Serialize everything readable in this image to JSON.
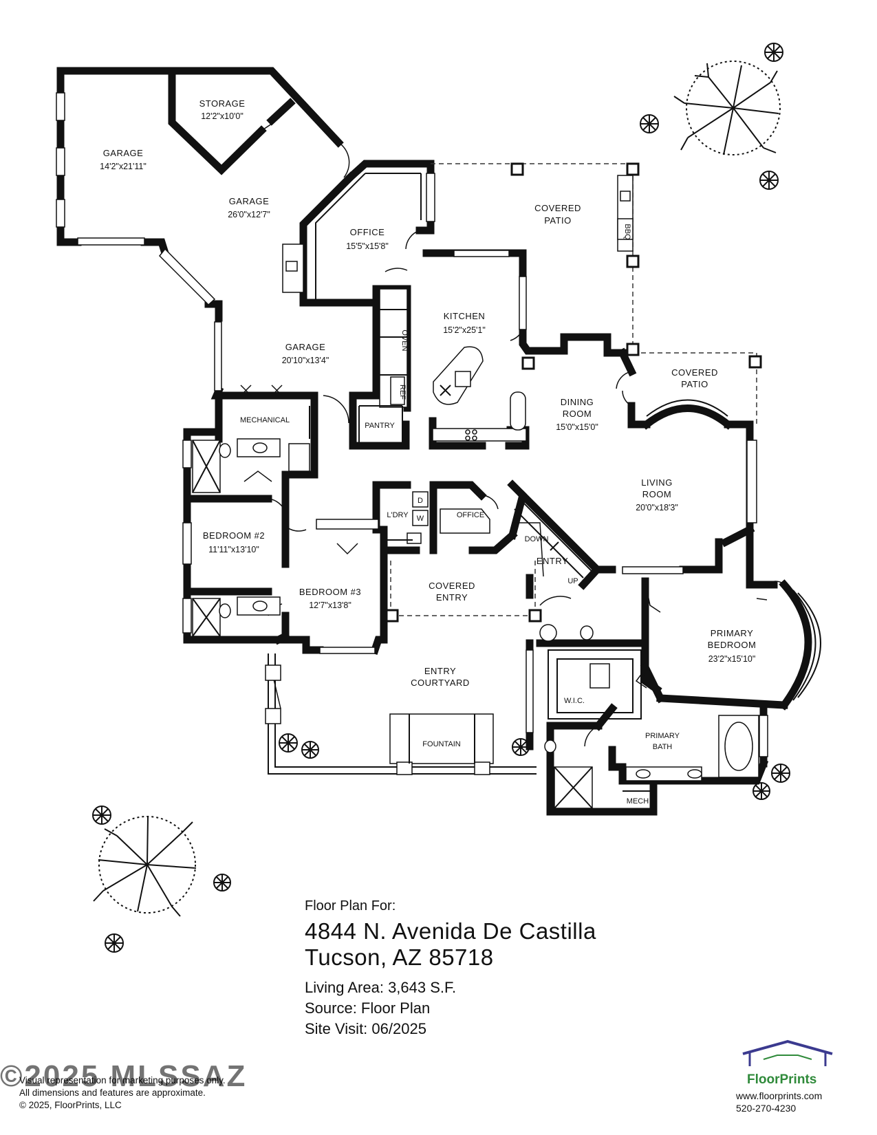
{
  "rooms": {
    "storage": {
      "name": "STORAGE",
      "dim": "12'2\"x10'0\""
    },
    "garage1": {
      "name": "GARAGE",
      "dim": "14'2\"x21'11\""
    },
    "garage2": {
      "name": "GARAGE",
      "dim": "26'0\"x12'7\""
    },
    "garage3": {
      "name": "GARAGE",
      "dim": "20'10\"x13'4\""
    },
    "office1": {
      "name": "OFFICE",
      "dim": "15'5\"x15'8\""
    },
    "covered_patio1": {
      "line1": "COVERED",
      "line2": "PATIO"
    },
    "bbq": "BBQ",
    "kitchen": {
      "name": "KITCHEN",
      "dim": "15'2\"x25'1\""
    },
    "oven": "OVEN",
    "ref": "REF",
    "pantry": "PANTRY",
    "mechanical": "MECHANICAL",
    "dining": {
      "line1": "DINING",
      "line2": "ROOM",
      "dim": "15'0\"x15'0\""
    },
    "covered_patio2": {
      "line1": "COVERED",
      "line2": "PATIO"
    },
    "living": {
      "line1": "LIVING",
      "line2": "ROOM",
      "dim": "20'0\"x18'3\""
    },
    "bedroom2": {
      "name": "BEDROOM #2",
      "dim": "11'11\"x13'10\""
    },
    "laundry": "L'DRY",
    "washer": "W",
    "dryer": "D",
    "office2": "OFFICE",
    "down": "DOWN",
    "up": "UP",
    "entry": "ENTRY",
    "bedroom3": {
      "name": "BEDROOM #3",
      "dim": "12'7\"x13'8\""
    },
    "covered_entry": {
      "line1": "COVERED",
      "line2": "ENTRY"
    },
    "primary_bedroom": {
      "line1": "PRIMARY",
      "line2": "BEDROOM",
      "dim": "23'2\"x15'10\""
    },
    "wic": "W.I.C.",
    "entry_courtyard": {
      "line1": "ENTRY",
      "line2": "COURTYARD"
    },
    "fountain": "FOUNTAIN",
    "primary_bath": {
      "line1": "PRIMARY",
      "line2": "BATH"
    },
    "mech": "MECH"
  },
  "info": {
    "lead": "Floor Plan For:",
    "street": "4844 N. Avenida De Castilla",
    "city": "Tucson, AZ  85718",
    "living_area": "Living Area:  3,643 S.F.",
    "source": "Source:  Floor Plan",
    "site_visit": "Site Visit:  06/2025"
  },
  "disclaimer": {
    "line1": "Visual representation for marketing purposes only.",
    "line2": "All dimensions and features are approximate.",
    "line3": "© 2025, FloorPrints, LLC"
  },
  "watermark": "©2025 MLSSAZ",
  "brand": {
    "name": "FloorPrints",
    "url": "www.floorprints.com",
    "phone": "520-270-4230",
    "color": "#2f8a3a",
    "roof_color": "#3b3a8f"
  }
}
